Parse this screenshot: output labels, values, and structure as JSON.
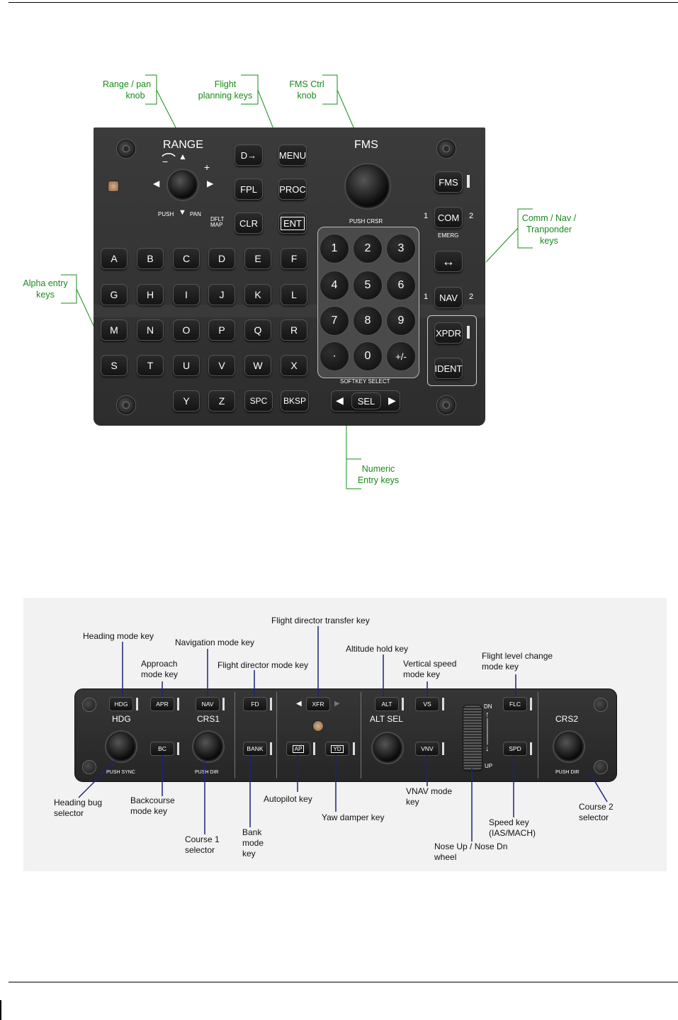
{
  "figure1": {
    "callouts": {
      "range": [
        "Range / pan",
        "knob"
      ],
      "flight_planning": [
        "Flight",
        "planning keys"
      ],
      "fms_ctrl": [
        "FMS Ctrl",
        "knob"
      ],
      "comm_nav": [
        "Comm / Nav /",
        "Tranponder",
        "keys"
      ],
      "alpha": [
        "Alpha entry",
        "keys"
      ],
      "numeric": [
        "Numeric",
        "Entry keys"
      ]
    },
    "panel": {
      "range_title": "RANGE",
      "range_minus": "−",
      "range_plus": "+",
      "push_pan": "PUSH",
      "pan": "PAN",
      "fms_title": "FMS",
      "push_crsr": "PUSH CRSR",
      "dflt_map": [
        "DFLT",
        "MAP"
      ],
      "direct_to": "D→",
      "menu": "MENU",
      "fpl": "FPL",
      "proc": "PROC",
      "clr": "CLR",
      "ent": "ENT",
      "fms_key": "FMS",
      "com": "COM",
      "nav": "NAV",
      "one": "1",
      "two": "2",
      "emerg": "EMERG",
      "swap": "↔",
      "xpdr": "XPDR",
      "ident": "IDENT",
      "softkey_select": "SOFTKEY SELECT",
      "sel": "SEL",
      "spc": "SPC",
      "bksp": "BKSP",
      "alpha_rows": [
        [
          "A",
          "B",
          "C",
          "D",
          "E",
          "F"
        ],
        [
          "G",
          "H",
          "I",
          "J",
          "K",
          "L"
        ],
        [
          "M",
          "N",
          "O",
          "P",
          "Q",
          "R"
        ],
        [
          "S",
          "T",
          "U",
          "V",
          "W",
          "X"
        ]
      ],
      "alpha_last": [
        "Y",
        "Z"
      ],
      "numpad": [
        [
          "1",
          "2",
          "3"
        ],
        [
          "4",
          "5",
          "6"
        ],
        [
          "7",
          "8",
          "9"
        ],
        [
          "·",
          "0",
          "+/-"
        ]
      ]
    }
  },
  "figure2": {
    "panel": {
      "hdg_title": "HDG",
      "crs1_title": "CRS1",
      "crs2_title": "CRS2",
      "altsel_title": "ALT SEL",
      "push_sync": "PUSH SYNC",
      "push_dir": "PUSH DIR",
      "dn": "DN",
      "up": "UP",
      "keys": {
        "hdg": "HDG",
        "apr": "APR",
        "nav": "NAV",
        "bc": "BC",
        "fd": "FD",
        "bank": "BANK",
        "xfr": "XFR",
        "ap": "AP",
        "yd": "YD",
        "alt": "ALT",
        "vs": "VS",
        "vnv": "VNV",
        "flc": "FLC",
        "spd": "SPD"
      }
    },
    "labels": {
      "heading_mode": [
        "Heading mode key"
      ],
      "approach_mode": [
        "Approach",
        "mode key"
      ],
      "navigation_mode": [
        "Navigation mode key"
      ],
      "fd_mode": [
        "Flight director mode key"
      ],
      "fd_transfer": [
        "Flight director transfer key"
      ],
      "altitude_hold": [
        "Altitude hold key"
      ],
      "vertical_speed": [
        "Vertical speed",
        "mode key"
      ],
      "flc": [
        "Flight level change",
        "mode key"
      ],
      "heading_bug": [
        "Heading bug",
        "selector"
      ],
      "backcourse": [
        "Backcourse",
        "mode key"
      ],
      "course1": [
        "Course 1",
        "selector"
      ],
      "bank": [
        "Bank",
        "mode",
        "key"
      ],
      "autopilot": [
        "Autopilot key"
      ],
      "yaw": [
        "Yaw damper key"
      ],
      "vnav": [
        "VNAV mode",
        "key"
      ],
      "nose": [
        "Nose Up / Nose Dn",
        "wheel"
      ],
      "speed": [
        "Speed key",
        "(IAS/MACH)"
      ],
      "course2": [
        "Course 2",
        "selector"
      ]
    }
  }
}
